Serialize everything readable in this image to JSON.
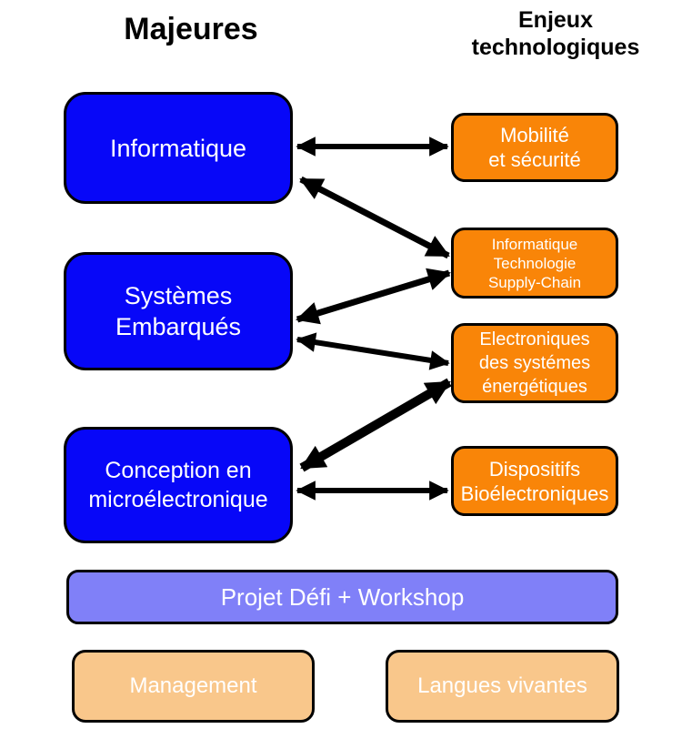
{
  "titles": {
    "majors_column": "Majeures",
    "challenges_column": "Enjeux technologiques"
  },
  "majors": [
    {
      "id": "informatique",
      "lines": [
        "Informatique"
      ]
    },
    {
      "id": "systemes-embarques",
      "lines": [
        "Systèmes",
        "Embarqués"
      ]
    },
    {
      "id": "conception-microelectronique",
      "lines": [
        "Conception en",
        "microélectronique"
      ]
    }
  ],
  "challenges": [
    {
      "id": "mobilite-securite",
      "lines": [
        "Mobilité",
        "et sécurité"
      ]
    },
    {
      "id": "informatique-technologie-supply-chain",
      "lines": [
        "Informatique",
        "Technologie",
        "Supply-Chain"
      ]
    },
    {
      "id": "electroniques-systemes-energetiques",
      "lines": [
        "Electroniques",
        "des systémes",
        "énergétiques"
      ]
    },
    {
      "id": "dispositifs-bioelectroniques",
      "lines": [
        "Dispositifs",
        "Bioélectroniques"
      ]
    }
  ],
  "common_modules": [
    {
      "id": "projet-defi-workshop",
      "lines": [
        "Projet Défi + Workshop"
      ]
    },
    {
      "id": "management",
      "lines": [
        "Management"
      ]
    },
    {
      "id": "langues-vivantes",
      "lines": [
        "Langues vivantes"
      ]
    }
  ],
  "connections": [
    {
      "from": "informatique",
      "to": "mobilite-securite",
      "bidirectional": true
    },
    {
      "from": "informatique",
      "to": "informatique-technologie-supply-chain",
      "bidirectional": true
    },
    {
      "from": "systemes-embarques",
      "to": "informatique-technologie-supply-chain",
      "bidirectional": true
    },
    {
      "from": "systemes-embarques",
      "to": "electroniques-systemes-energetiques",
      "bidirectional": true
    },
    {
      "from": "conception-microelectronique",
      "to": "electroniques-systemes-energetiques",
      "bidirectional": true
    },
    {
      "from": "conception-microelectronique",
      "to": "dispositifs-bioelectroniques",
      "bidirectional": true
    }
  ],
  "colors": {
    "major_fill": "#0707f8",
    "challenge_fill": "#f98508",
    "common_fill": "#8080f8",
    "extra_fill": "#f9c78b",
    "border": "#000000",
    "arrow": "#000000",
    "box_text": "#ffffff",
    "title_text": "#000000",
    "background": "#ffffff"
  }
}
